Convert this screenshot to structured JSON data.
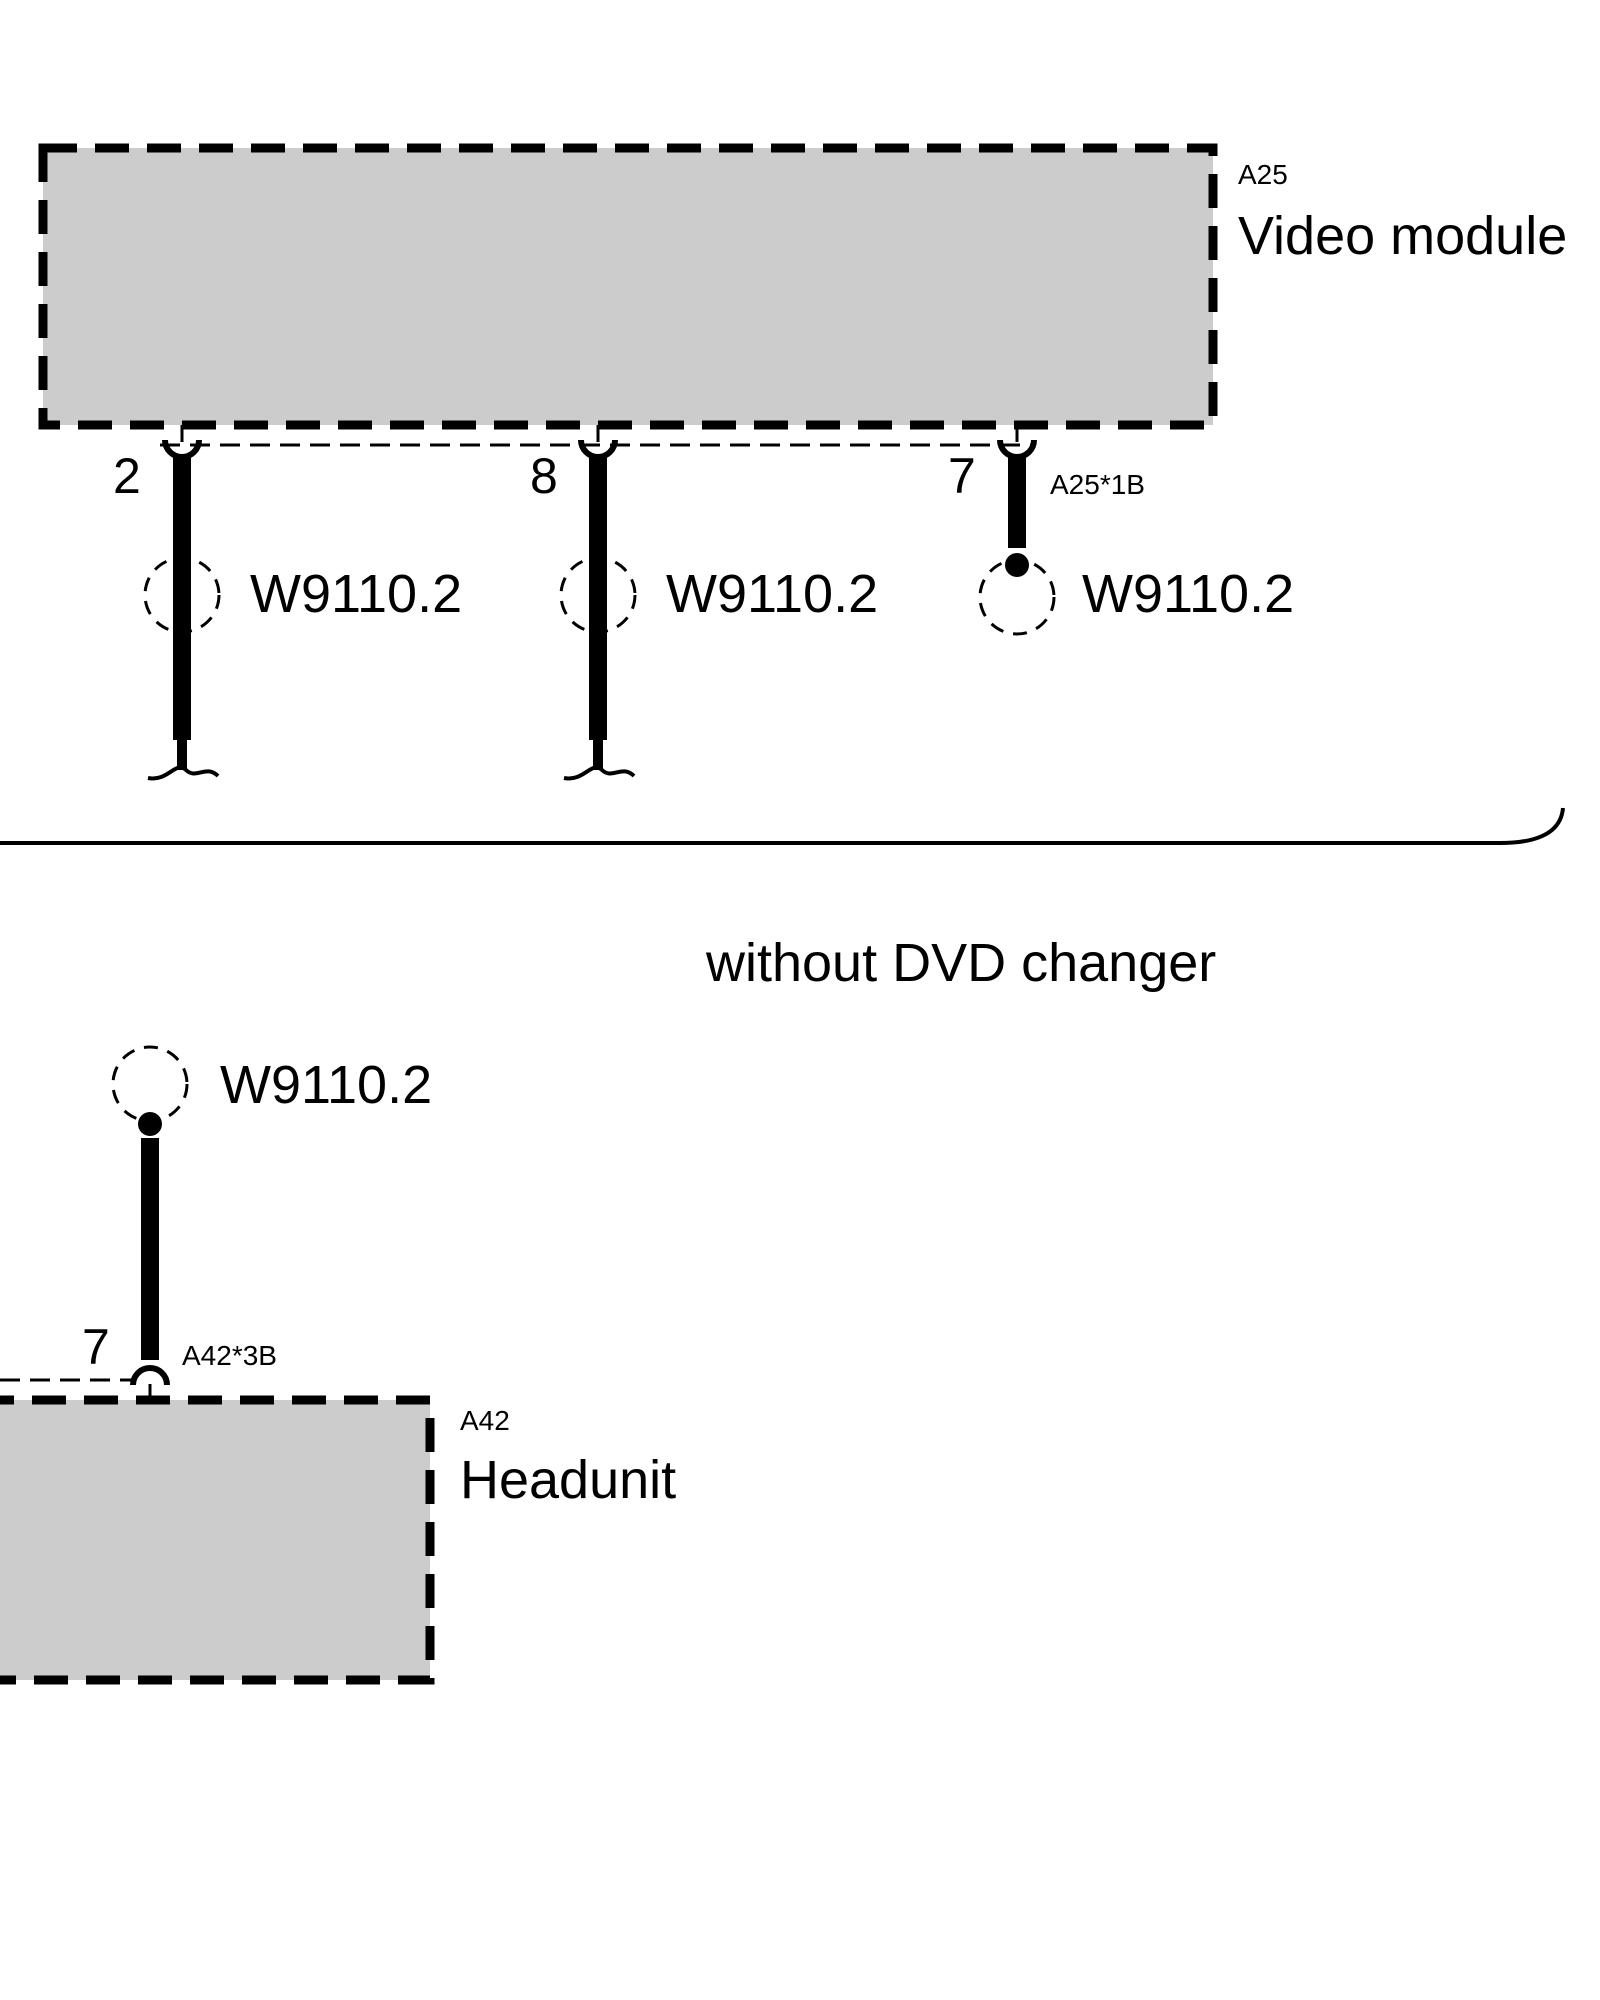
{
  "colors": {
    "module_fill": "#cccccc",
    "line": "#000000",
    "background": "#ffffff"
  },
  "modules": {
    "video": {
      "id": "A25",
      "name": "Video module",
      "connector": "A25*1B"
    },
    "headunit": {
      "id": "A42",
      "name": "Headunit",
      "connector": "A42*3B"
    }
  },
  "video_pins": [
    {
      "pin": "2",
      "wire": "W9110.2"
    },
    {
      "pin": "8",
      "wire": "W9110.2"
    },
    {
      "pin": "7",
      "wire": "W9110.2"
    }
  ],
  "variant_note": "without DVD changer",
  "headunit_pin": {
    "pin": "7",
    "wire": "W9110.2"
  }
}
